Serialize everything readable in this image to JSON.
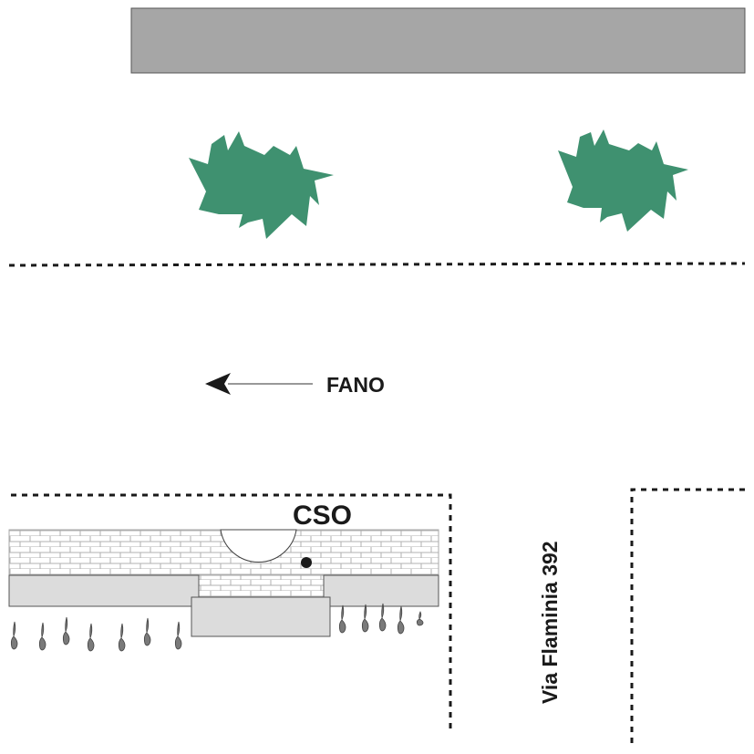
{
  "labels": {
    "direction": "FANO",
    "cso": "CSO",
    "street": "Via Flaminia 392"
  },
  "colors": {
    "building": "#a6a6a6",
    "tree": "#3f9170",
    "slab": "#dcdcdc",
    "brick_line": "#b0b0b0",
    "drip": "#7a7a7a",
    "ink": "#1a1a1a"
  },
  "icons": {
    "tree": "tree-icon",
    "arrow": "arrow-left-icon",
    "sensor": "sensor-dot-icon",
    "drip": "water-drop-icon"
  }
}
